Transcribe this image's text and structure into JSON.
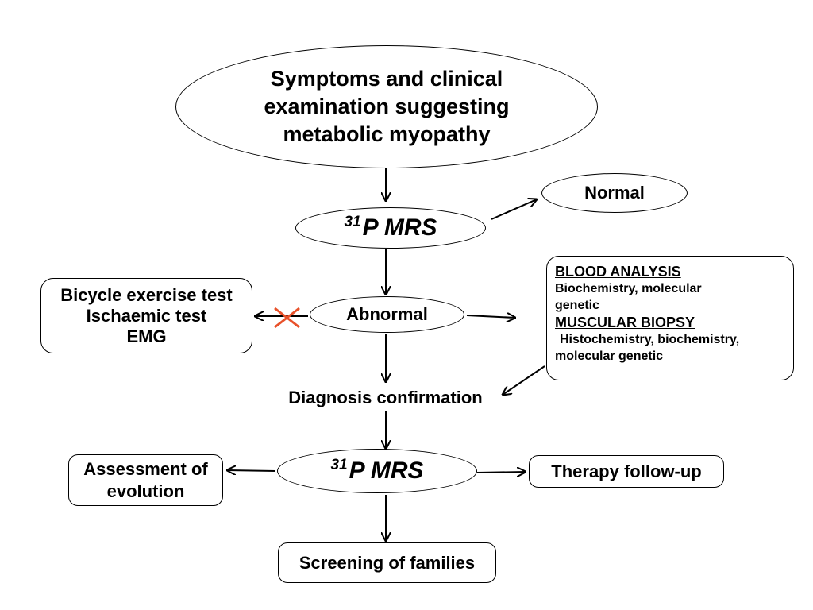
{
  "nodes": {
    "symptoms": [
      "Symptoms and clinical",
      "examination suggesting",
      "metabolic myopathy"
    ],
    "normal": "Normal",
    "mrs_top": {
      "sup": "31",
      "label": "P MRS"
    },
    "abnormal": "Abnormal",
    "tests": [
      "Bicycle exercise test",
      "Ischaemic test",
      "EMG"
    ],
    "blood": {
      "header1": "BLOOD ANALYSIS",
      "lines1": [
        "Biochemistry, molecular",
        "genetic"
      ],
      "header2": "MUSCULAR BIOPSY",
      "lines2": [
        "Histochemistry, biochemistry,",
        "molecular genetic"
      ]
    },
    "diagnosis": "Diagnosis confirmation",
    "mrs_bottom": {
      "sup": "31",
      "label": "P MRS"
    },
    "assessment": [
      "Assessment of",
      "evolution"
    ],
    "therapy": "Therapy follow-up",
    "screening": "Screening of families"
  },
  "colors": {
    "line": "#000000",
    "cross": "#e8512a"
  }
}
